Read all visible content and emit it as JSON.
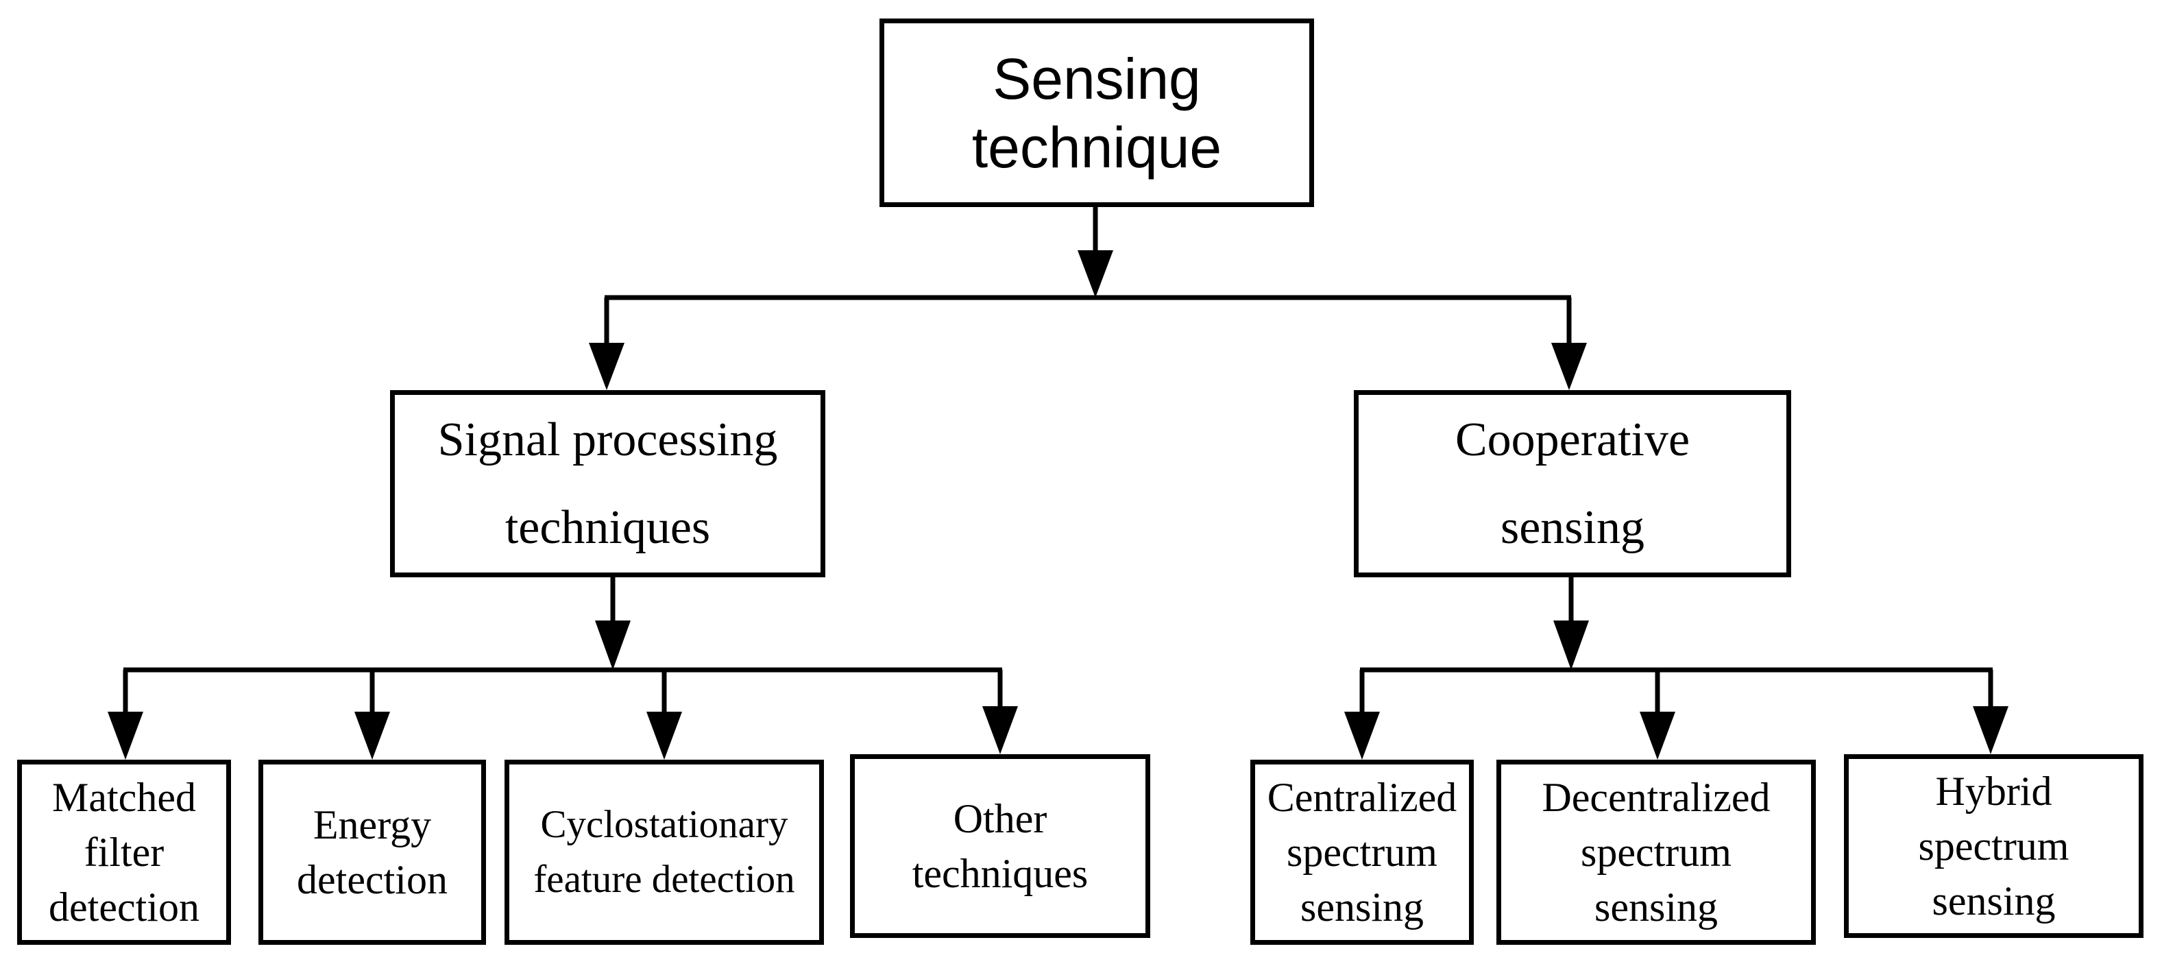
{
  "diagram": {
    "root": {
      "label_line1": "Sensing",
      "label_line2": "technique"
    },
    "branches": {
      "signal_processing": {
        "label_line1": "Signal processing",
        "label_line2": "techniques",
        "children": [
          {
            "line1": "Matched",
            "line2": "filter",
            "line3": "detection"
          },
          {
            "line1": "Energy",
            "line2": "detection"
          },
          {
            "line1": "Cyclostationary",
            "line2": "feature detection"
          },
          {
            "line1": "Other",
            "line2": "techniques"
          }
        ]
      },
      "cooperative": {
        "label_line1": "Cooperative",
        "label_line2": "sensing",
        "children": [
          {
            "line1": "Centralized",
            "line2": "spectrum",
            "line3": "sensing"
          },
          {
            "line1": "Decentralized",
            "line2": "spectrum",
            "line3": "sensing"
          },
          {
            "line1": "Hybrid",
            "line2": "spectrum",
            "line3": "sensing"
          }
        ]
      }
    }
  }
}
